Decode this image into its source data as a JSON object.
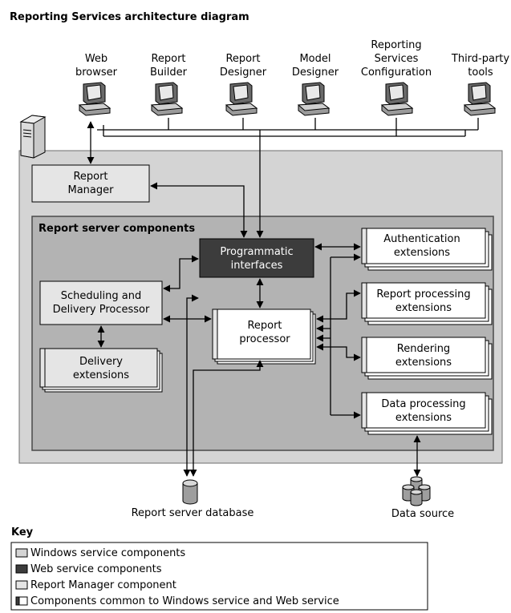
{
  "title": "Reporting Services architecture diagram",
  "clients": [
    {
      "label1": "Web",
      "label2": "browser",
      "label3": ""
    },
    {
      "label1": "Report",
      "label2": "Builder",
      "label3": ""
    },
    {
      "label1": "Report",
      "label2": "Designer",
      "label3": ""
    },
    {
      "label1": "Model",
      "label2": "Designer",
      "label3": ""
    },
    {
      "label1": "Reporting",
      "label2": "Services",
      "label3": "Configuration"
    },
    {
      "label1": "Third-party",
      "label2": "tools",
      "label3": ""
    }
  ],
  "report_manager": {
    "line1": "Report",
    "line2": "Manager"
  },
  "components_title": "Report server components",
  "programmatic": {
    "line1": "Programmatic",
    "line2": "interfaces"
  },
  "scheduling": {
    "line1": "Scheduling and",
    "line2": "Delivery Processor"
  },
  "report_processor": {
    "line1": "Report",
    "line2": "processor"
  },
  "delivery_ext": {
    "line1": "Delivery",
    "line2": "extensions"
  },
  "extensions": [
    {
      "line1": "Authentication",
      "line2": "extensions"
    },
    {
      "line1": "Report processing",
      "line2": "extensions"
    },
    {
      "line1": "Rendering",
      "line2": "extensions"
    },
    {
      "line1": "Data processing",
      "line2": "extensions"
    }
  ],
  "report_server_db": "Report server database",
  "data_source": "Data source",
  "key": {
    "title": "Key",
    "items": [
      "Windows service components",
      "Web service components",
      "Report Manager component",
      "Components common to Windows service and Web service"
    ]
  },
  "colors": {
    "outer_bg": "#d4d4d4",
    "inner_bg": "#b3b3b3",
    "box_light": "#e5e5e5",
    "box_dark": "#3c3c3c",
    "line": "#000000"
  }
}
